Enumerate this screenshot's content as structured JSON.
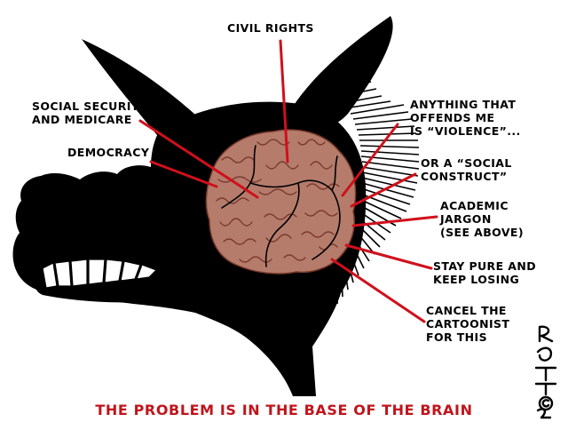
{
  "colors": {
    "ink": "#000000",
    "brain_fill": "#b57c6c",
    "brain_fold": "#7a3a2c",
    "pointer_red": "#d0101c",
    "caption_red": "#c0141c",
    "teeth": "#ffffff"
  },
  "labels": {
    "civil_rights": "CIVIL RIGHTS",
    "social_security": "SOCIAL SECURITY\nAND MEDICARE",
    "democracy": "DEMOCRACY",
    "violence": "ANYTHING THAT\nOFFENDS ME\nIS “VIOLENCE”...",
    "social_construct": "OR A “SOCIAL\nCONSTRUCT”",
    "academic_jargon": "ACADEMIC\nJARGON\n(SEE ABOVE)",
    "stay_pure": "STAY PURE AND\nKEEP LOSING",
    "cancel": "CANCEL THE\nCARTOONIST\nFOR THIS"
  },
  "caption": "THE PROBLEM IS IN THE BASE OF THE BRAIN",
  "signature": "RAMIREZ ©24",
  "figure": {
    "subject": "donkey-head-icon",
    "brain": "brain-icon"
  }
}
